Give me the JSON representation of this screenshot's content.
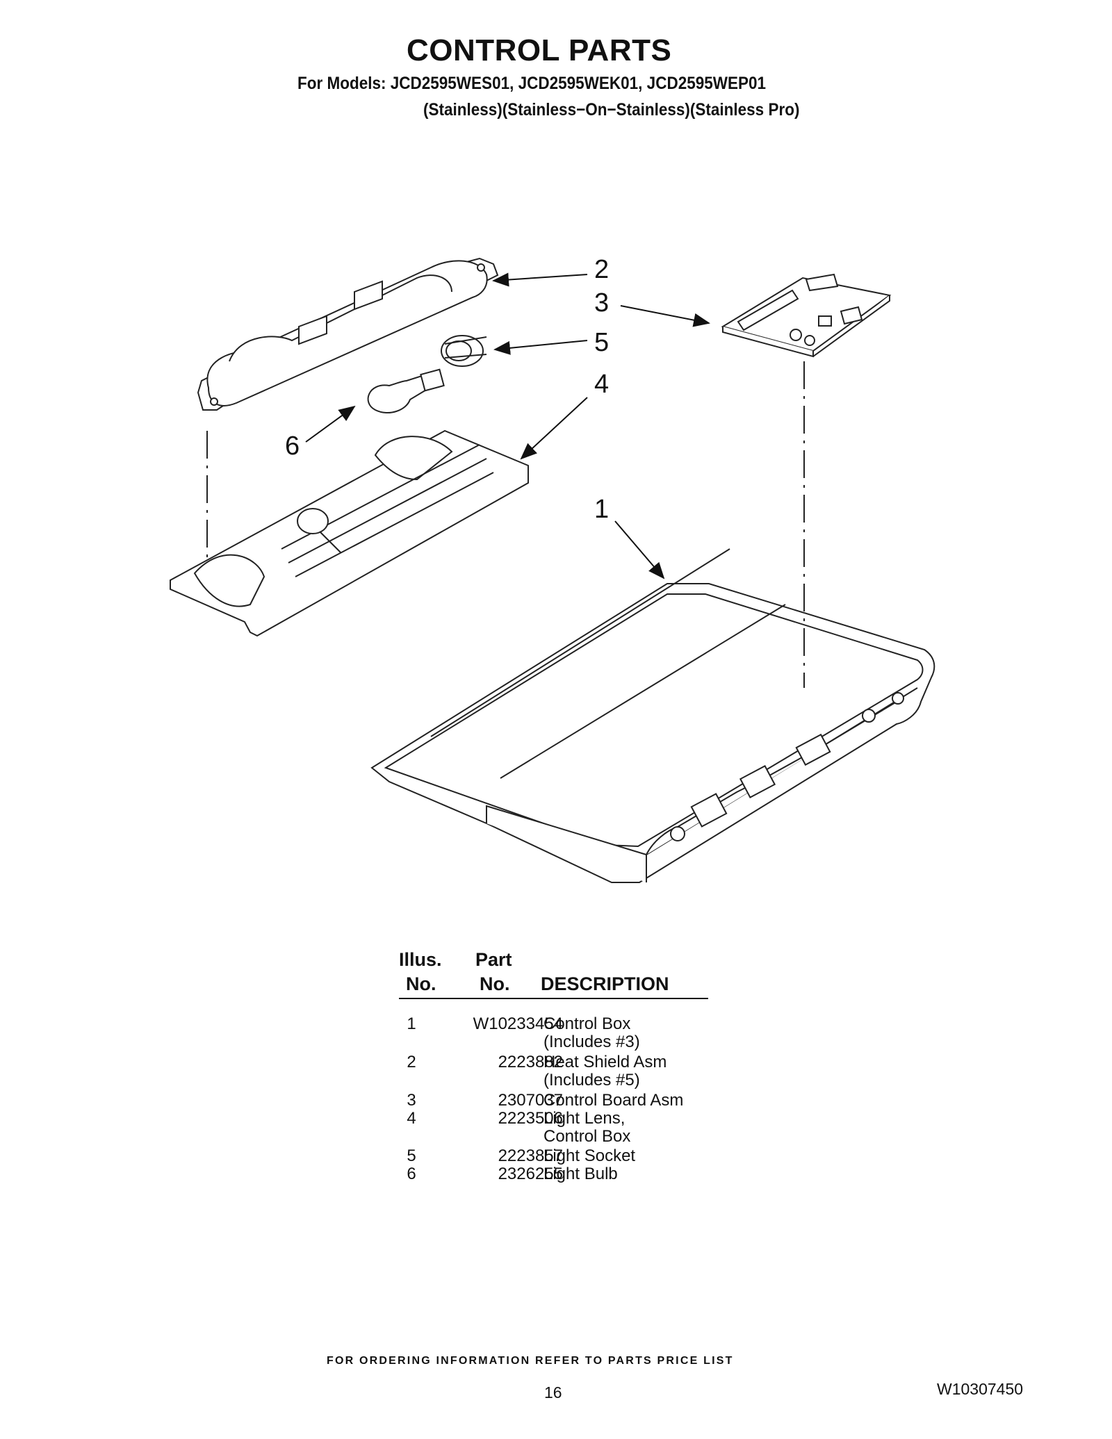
{
  "header": {
    "title": "CONTROL PARTS",
    "models_line": "For Models: JCD2595WES01, JCD2595WEK01, JCD2595WEP01",
    "finishes_line": "(Stainless)(Stainless−On−Stainless)(Stainless Pro)"
  },
  "diagram": {
    "callouts": [
      "1",
      "2",
      "3",
      "4",
      "5",
      "6"
    ]
  },
  "table": {
    "headers": {
      "illus_line1": "Illus.",
      "illus_line2": "No.",
      "part_line1": "Part",
      "part_line2": "No.",
      "description": "DESCRIPTION"
    },
    "rows": [
      {
        "illus": "1",
        "part": "W10233454",
        "desc": "Control Box"
      },
      {
        "illus": "",
        "part": "",
        "desc": "(Includes #3)"
      },
      {
        "illus": "2",
        "part": "2223882",
        "desc": "Heat Shield Asm"
      },
      {
        "illus": "",
        "part": "",
        "desc": "(Includes #5)"
      },
      {
        "illus": "3",
        "part": "2307037",
        "desc": "Control Board Asm"
      },
      {
        "illus": "4",
        "part": "2223506",
        "desc": "Light Lens,"
      },
      {
        "illus": "",
        "part": "",
        "desc": "Control Box"
      },
      {
        "illus": "5",
        "part": "2223857",
        "desc": "Light Socket"
      },
      {
        "illus": "6",
        "part": "2326255",
        "desc": "Light Bulb"
      }
    ]
  },
  "footer": {
    "ordering_note": "FOR ORDERING INFORMATION REFER TO PARTS PRICE LIST",
    "page_number": "16",
    "document_number": "W10307450"
  }
}
